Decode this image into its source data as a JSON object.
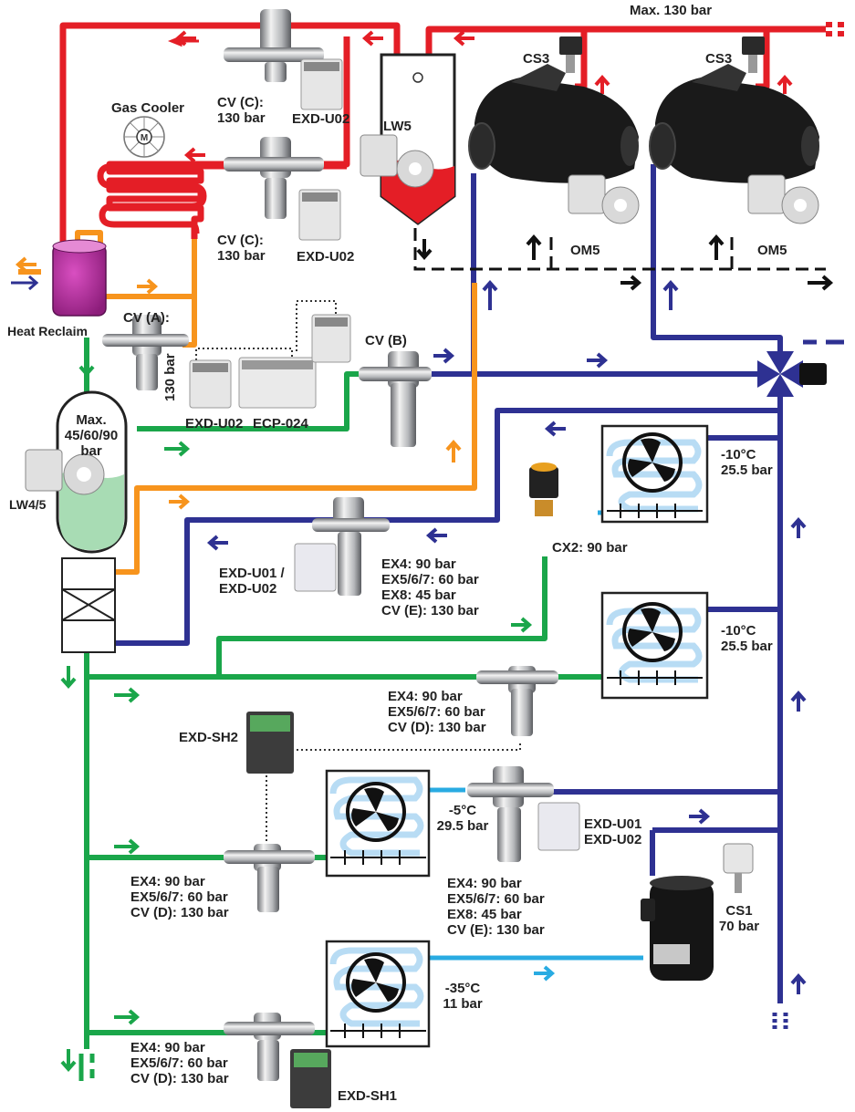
{
  "labels": {
    "max_hp": "Max. 130 bar",
    "cs3_a": "CS3",
    "cs3_b": "CS3",
    "gas_cooler": "Gas Cooler",
    "cv_c_1": "CV (C):\n130 bar",
    "exd_u02_1": "EXD-U02",
    "cv_c_2": "CV (C):\n130 bar",
    "exd_u02_2": "EXD-U02",
    "lw5": "LW5",
    "om5_a": "OM5",
    "om5_b": "OM5",
    "heat_reclaim": "Heat Reclaim",
    "cv_a": "CV (A):",
    "cv_a_bar": "130 bar",
    "cv_b": "CV (B)",
    "exd_u02_3": "EXD-U02",
    "ecp_024": "ECP-024",
    "receiver_max": "Max.\n45/60/90\nbar",
    "lw45": "LW4/5",
    "evap1_cond": "-10°C\n25.5 bar",
    "cx2": "CX2: 90 bar",
    "exd_u01_u02_1": "EXD-U01 /\nEXD-U02",
    "valve_spec_e1": "EX4: 90 bar\nEX5/6/7: 60 bar\nEX8: 45 bar\nCV (E): 130 bar",
    "evap2_cond": "-10°C\n25.5 bar",
    "valve_spec_d1": "EX4: 90 bar\nEX5/6/7: 60 bar\nCV (D): 130 bar",
    "exd_sh2": "EXD-SH2",
    "evap3_cond": "-5°C\n29.5 bar",
    "exd_u01_u02_2": "EXD-U01\nEXD-U02",
    "valve_spec_d2": "EX4: 90 bar\nEX5/6/7: 60 bar\nCV (D): 130 bar",
    "valve_spec_e2": "EX4: 90 bar\nEX5/6/7: 60 bar\nEX8: 45 bar\nCV (E): 130 bar",
    "cs1": "CS1\n70 bar",
    "evap4_cond": "-35°C\n11 bar",
    "valve_spec_d3": "EX4: 90 bar\nEX5/6/7: 60 bar\nCV (D): 130 bar",
    "exd_sh1": "EXD-SH1"
  },
  "colors": {
    "high_pressure": "#e41e26",
    "medium_pressure": "#2e3192",
    "liquid": "#1aa64a",
    "heat_reclaim_water": "#f7941d",
    "low_temp": "#29abe2",
    "oil": "#000000"
  }
}
